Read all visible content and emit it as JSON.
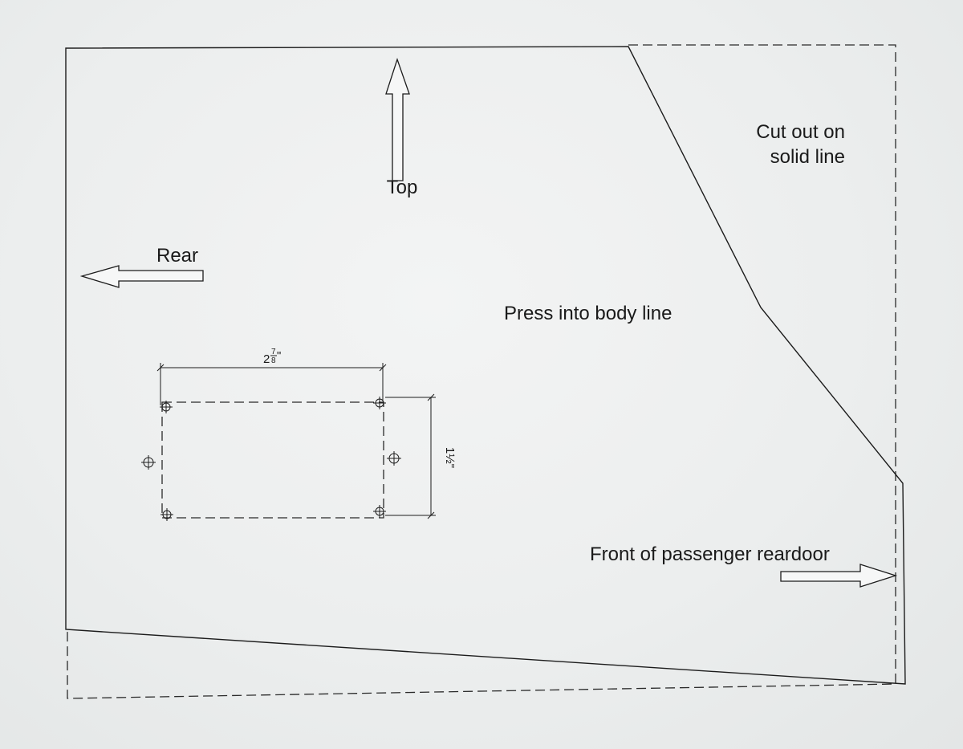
{
  "labels": {
    "top": "Top",
    "rear": "Rear",
    "cut_out_line1": "Cut out on",
    "cut_out_line2": "solid line",
    "press_into": "Press into body line",
    "front": "Front of passenger reardoor"
  },
  "dimensions": {
    "width_whole": "2",
    "width_frac_num": "7",
    "width_frac_den": "8",
    "width_unit": "\"",
    "height_label": "1½\""
  },
  "icons": {
    "top_arrow": "arrow-up-icon",
    "rear_arrow": "arrow-left-icon",
    "front_arrow": "arrow-right-icon",
    "hole_marker": "crosshair-circle-icon"
  }
}
